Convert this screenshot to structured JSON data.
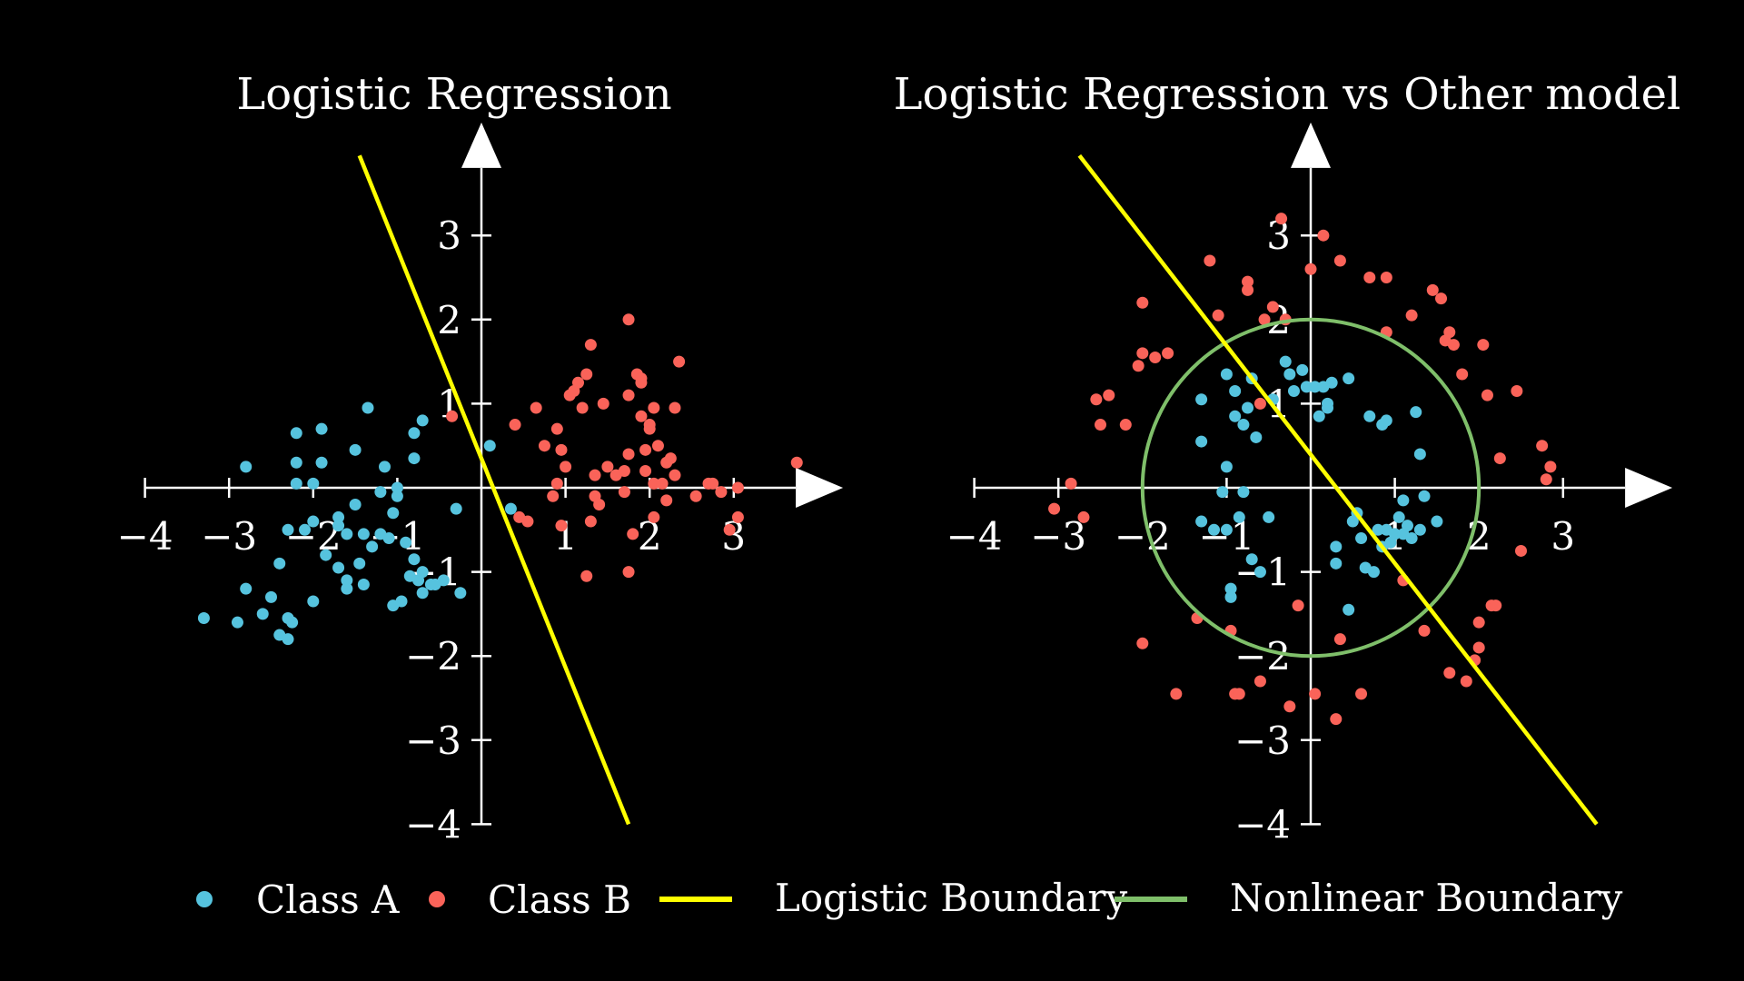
{
  "colors": {
    "background": "#000000",
    "axis": "#ffffff",
    "class_a": "#56c3de",
    "class_b": "#fa6359",
    "logistic_boundary": "#ffff00",
    "nonlinear_boundary": "#7fbf6a"
  },
  "legend": {
    "class_a": "Class A",
    "class_b": "Class B",
    "logistic": "Logistic Boundary",
    "nonlinear": "Nonlinear Boundary"
  },
  "chart_data": [
    {
      "type": "scatter",
      "title": "Logistic Regression",
      "xlim": [
        -4,
        3.5
      ],
      "ylim": [
        -4,
        3.5
      ],
      "xticks": [
        -4,
        -3,
        -2,
        -1,
        1,
        2,
        3
      ],
      "yticks": [
        -4,
        -3,
        -2,
        -1,
        1,
        2,
        3
      ],
      "grid": false,
      "series": [
        {
          "name": "Class A",
          "points": [
            [
              -3.3,
              -1.55
            ],
            [
              -2.8,
              0.25
            ],
            [
              -2.8,
              -1.2
            ],
            [
              -2.9,
              -1.6
            ],
            [
              -2.6,
              -1.5
            ],
            [
              -2.5,
              -1.3
            ],
            [
              -2.4,
              -1.75
            ],
            [
              -2.3,
              -1.8
            ],
            [
              -2.3,
              -1.55
            ],
            [
              -2.25,
              -1.6
            ],
            [
              -2.4,
              -0.9
            ],
            [
              -2.3,
              -0.5
            ],
            [
              -2.2,
              0.05
            ],
            [
              -2.2,
              0.3
            ],
            [
              -2.2,
              0.65
            ],
            [
              -2.1,
              -0.5
            ],
            [
              -2.0,
              -0.4
            ],
            [
              -2.0,
              -1.35
            ],
            [
              -2.0,
              0.05
            ],
            [
              -1.9,
              0.3
            ],
            [
              -1.9,
              0.7
            ],
            [
              -1.85,
              -0.8
            ],
            [
              -1.7,
              -0.95
            ],
            [
              -1.7,
              -0.35
            ],
            [
              -1.7,
              -0.45
            ],
            [
              -1.6,
              -1.1
            ],
            [
              -1.6,
              -1.2
            ],
            [
              -1.5,
              0.45
            ],
            [
              -1.5,
              -0.2
            ],
            [
              -1.4,
              -0.55
            ],
            [
              -1.45,
              -0.9
            ],
            [
              -1.4,
              -1.15
            ],
            [
              -1.35,
              0.95
            ],
            [
              -1.3,
              -0.7
            ],
            [
              -1.2,
              -0.55
            ],
            [
              -1.15,
              0.25
            ],
            [
              -1.1,
              -0.6
            ],
            [
              -1.05,
              -0.3
            ],
            [
              -1.0,
              -0.1
            ],
            [
              -1.0,
              0.0
            ],
            [
              -1.05,
              -1.4
            ],
            [
              -0.95,
              -1.35
            ],
            [
              -0.9,
              -0.65
            ],
            [
              -0.85,
              -1.05
            ],
            [
              -0.8,
              -0.85
            ],
            [
              -0.8,
              0.35
            ],
            [
              -0.8,
              0.65
            ],
            [
              -0.75,
              -1.1
            ],
            [
              -0.7,
              -1.0
            ],
            [
              -0.7,
              -1.25
            ],
            [
              -0.6,
              -1.15
            ],
            [
              -0.55,
              -1.15
            ],
            [
              -0.45,
              -1.1
            ],
            [
              -0.3,
              -0.25
            ],
            [
              -0.25,
              -1.25
            ],
            [
              0.1,
              0.5
            ],
            [
              0.35,
              -0.25
            ],
            [
              -0.7,
              0.8
            ],
            [
              -1.6,
              -0.55
            ],
            [
              -1.2,
              -0.05
            ]
          ]
        },
        {
          "name": "Class B",
          "points": [
            [
              -0.35,
              0.85
            ],
            [
              0.4,
              0.75
            ],
            [
              0.45,
              -0.35
            ],
            [
              0.55,
              -0.4
            ],
            [
              0.65,
              0.95
            ],
            [
              0.75,
              0.5
            ],
            [
              0.85,
              -0.1
            ],
            [
              0.9,
              0.05
            ],
            [
              0.9,
              0.7
            ],
            [
              0.95,
              0.45
            ],
            [
              0.95,
              -0.45
            ],
            [
              1.0,
              0.25
            ],
            [
              1.05,
              1.1
            ],
            [
              1.1,
              1.15
            ],
            [
              1.15,
              1.25
            ],
            [
              1.2,
              0.95
            ],
            [
              1.25,
              1.35
            ],
            [
              1.25,
              -1.05
            ],
            [
              1.3,
              -0.4
            ],
            [
              1.3,
              1.7
            ],
            [
              1.35,
              0.15
            ],
            [
              1.35,
              -0.1
            ],
            [
              1.4,
              -0.2
            ],
            [
              1.45,
              1.0
            ],
            [
              1.5,
              0.25
            ],
            [
              1.6,
              0.15
            ],
            [
              1.7,
              0.2
            ],
            [
              1.7,
              -0.05
            ],
            [
              1.75,
              0.4
            ],
            [
              1.75,
              1.1
            ],
            [
              1.75,
              2.0
            ],
            [
              1.75,
              -1.0
            ],
            [
              1.8,
              -0.55
            ],
            [
              1.85,
              1.35
            ],
            [
              1.9,
              1.3
            ],
            [
              1.9,
              1.25
            ],
            [
              1.9,
              0.85
            ],
            [
              1.95,
              0.2
            ],
            [
              1.95,
              0.45
            ],
            [
              2.0,
              0.75
            ],
            [
              2.0,
              0.7
            ],
            [
              2.05,
              0.95
            ],
            [
              2.05,
              -0.35
            ],
            [
              2.05,
              0.05
            ],
            [
              2.1,
              0.5
            ],
            [
              2.15,
              0.05
            ],
            [
              2.2,
              0.3
            ],
            [
              2.2,
              -0.15
            ],
            [
              2.25,
              0.35
            ],
            [
              2.3,
              0.95
            ],
            [
              2.3,
              0.15
            ],
            [
              2.35,
              1.5
            ],
            [
              2.7,
              0.05
            ],
            [
              2.75,
              0.05
            ],
            [
              2.85,
              -0.05
            ],
            [
              2.95,
              -0.5
            ],
            [
              3.05,
              -0.35
            ],
            [
              3.05,
              0.0
            ],
            [
              3.75,
              0.3
            ],
            [
              2.55,
              -0.1
            ]
          ]
        }
      ],
      "logistic_boundary": {
        "x": [
          -1.45,
          1.75
        ],
        "y": [
          3.95,
          -4.0
        ]
      }
    },
    {
      "type": "scatter",
      "title": "Logistic Regression vs Other model",
      "xlim": [
        -4,
        3.5
      ],
      "ylim": [
        -4,
        3.5
      ],
      "xticks": [
        -4,
        -3,
        -2,
        -1,
        1,
        2,
        3
      ],
      "yticks": [
        -4,
        -3,
        -2,
        -1,
        1,
        2,
        3
      ],
      "grid": false,
      "series": [
        {
          "name": "Class A",
          "points": [
            [
              -1.3,
              -0.4
            ],
            [
              -1.3,
              0.55
            ],
            [
              -1.3,
              1.05
            ],
            [
              -1.15,
              -0.5
            ],
            [
              -1.05,
              -0.05
            ],
            [
              -1.0,
              0.25
            ],
            [
              -1.0,
              -0.5
            ],
            [
              -1.0,
              1.35
            ],
            [
              -0.95,
              -1.2
            ],
            [
              -0.95,
              -1.3
            ],
            [
              -0.9,
              1.15
            ],
            [
              -0.9,
              0.85
            ],
            [
              -0.85,
              -0.35
            ],
            [
              -0.8,
              0.75
            ],
            [
              -0.8,
              -0.05
            ],
            [
              -0.75,
              0.95
            ],
            [
              -0.7,
              -0.85
            ],
            [
              -0.7,
              1.3
            ],
            [
              -0.65,
              0.6
            ],
            [
              -0.6,
              -1.0
            ],
            [
              -0.5,
              -0.35
            ],
            [
              -0.3,
              1.5
            ],
            [
              -0.25,
              1.35
            ],
            [
              -0.2,
              1.15
            ],
            [
              -0.1,
              1.4
            ],
            [
              -0.05,
              1.2
            ],
            [
              0.05,
              1.2
            ],
            [
              0.1,
              0.85
            ],
            [
              0.15,
              1.2
            ],
            [
              0.2,
              0.95
            ],
            [
              0.25,
              1.25
            ],
            [
              0.3,
              -0.9
            ],
            [
              0.3,
              -0.7
            ],
            [
              0.45,
              1.3
            ],
            [
              0.45,
              -1.45
            ],
            [
              0.5,
              -0.4
            ],
            [
              0.55,
              -0.3
            ],
            [
              0.6,
              -0.6
            ],
            [
              0.65,
              -0.95
            ],
            [
              0.7,
              0.85
            ],
            [
              0.75,
              -1.0
            ],
            [
              0.8,
              -0.5
            ],
            [
              0.85,
              -0.7
            ],
            [
              0.85,
              0.75
            ],
            [
              0.9,
              -0.5
            ],
            [
              0.9,
              0.8
            ],
            [
              0.95,
              -0.65
            ],
            [
              1.0,
              -0.55
            ],
            [
              1.05,
              -0.35
            ],
            [
              1.1,
              -0.55
            ],
            [
              1.1,
              -0.15
            ],
            [
              1.15,
              -0.45
            ],
            [
              1.2,
              -0.6
            ],
            [
              1.25,
              0.9
            ],
            [
              1.3,
              -0.5
            ],
            [
              1.3,
              0.4
            ],
            [
              1.35,
              -0.1
            ],
            [
              1.5,
              -0.4
            ],
            [
              -0.45,
              1.05
            ],
            [
              0.2,
              1.0
            ]
          ]
        },
        {
          "name": "Class B",
          "points": [
            [
              -3.05,
              -0.25
            ],
            [
              -2.85,
              0.05
            ],
            [
              -2.7,
              -0.35
            ],
            [
              -2.55,
              1.05
            ],
            [
              -2.5,
              0.75
            ],
            [
              -2.4,
              1.1
            ],
            [
              -2.2,
              0.75
            ],
            [
              -2.05,
              1.45
            ],
            [
              -2.0,
              2.2
            ],
            [
              -2.0,
              1.6
            ],
            [
              -2.0,
              -1.85
            ],
            [
              -1.85,
              1.55
            ],
            [
              -1.7,
              1.6
            ],
            [
              -1.6,
              -2.45
            ],
            [
              -1.35,
              -1.55
            ],
            [
              -1.2,
              2.7
            ],
            [
              -1.1,
              2.05
            ],
            [
              -0.95,
              -1.7
            ],
            [
              -0.9,
              -2.45
            ],
            [
              -0.85,
              -2.45
            ],
            [
              -0.75,
              2.45
            ],
            [
              -0.75,
              2.35
            ],
            [
              -0.6,
              -2.3
            ],
            [
              -0.6,
              1.0
            ],
            [
              -0.55,
              2.0
            ],
            [
              -0.45,
              2.15
            ],
            [
              -0.35,
              3.2
            ],
            [
              -0.3,
              2.0
            ],
            [
              -0.25,
              -2.6
            ],
            [
              -0.15,
              -1.4
            ],
            [
              0.0,
              2.6
            ],
            [
              0.05,
              -2.45
            ],
            [
              0.15,
              3.0
            ],
            [
              0.3,
              -2.75
            ],
            [
              0.35,
              2.7
            ],
            [
              0.35,
              -1.8
            ],
            [
              0.6,
              -2.45
            ],
            [
              0.7,
              2.5
            ],
            [
              0.9,
              2.5
            ],
            [
              0.9,
              1.85
            ],
            [
              1.2,
              2.05
            ],
            [
              1.35,
              -1.7
            ],
            [
              1.45,
              2.35
            ],
            [
              1.55,
              2.25
            ],
            [
              1.6,
              1.75
            ],
            [
              1.65,
              1.85
            ],
            [
              1.7,
              1.7
            ],
            [
              1.65,
              -2.2
            ],
            [
              1.8,
              1.35
            ],
            [
              1.85,
              -2.3
            ],
            [
              1.95,
              -2.05
            ],
            [
              2.0,
              -1.6
            ],
            [
              2.0,
              -1.9
            ],
            [
              2.05,
              1.7
            ],
            [
              2.1,
              1.1
            ],
            [
              2.15,
              -1.4
            ],
            [
              2.2,
              -1.4
            ],
            [
              2.25,
              0.35
            ],
            [
              2.45,
              1.15
            ],
            [
              2.5,
              -0.75
            ],
            [
              2.75,
              0.5
            ],
            [
              2.8,
              0.1
            ],
            [
              2.85,
              0.25
            ],
            [
              1.1,
              -1.1
            ]
          ]
        }
      ],
      "logistic_boundary": {
        "x": [
          -2.75,
          3.4
        ],
        "y": [
          3.95,
          -4.0
        ]
      },
      "nonlinear_boundary": {
        "type": "circle",
        "center": [
          0,
          0
        ],
        "radius": 2
      }
    }
  ]
}
